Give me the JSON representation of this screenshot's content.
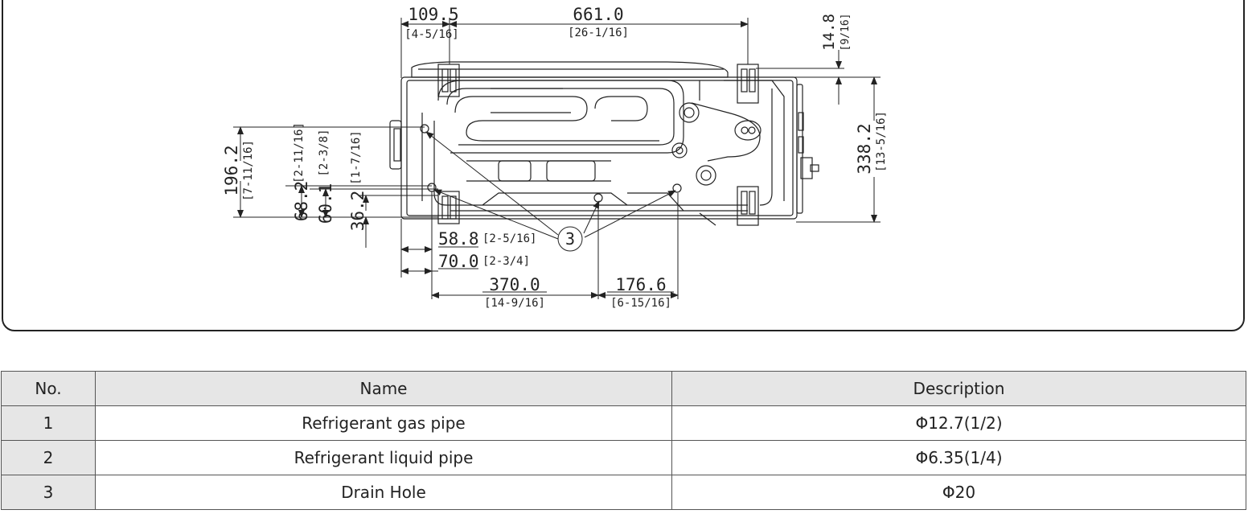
{
  "drawing": {
    "dimensions": {
      "d109": {
        "mm": "109.5",
        "inch": "[4-5/16]"
      },
      "d661": {
        "mm": "661.0",
        "inch": "[26-1/16]"
      },
      "d14": {
        "mm": "14.8",
        "inch": "[9/16]"
      },
      "d338": {
        "mm": "338.2",
        "inch": "[13-5/16]"
      },
      "d196": {
        "mm": "196.2",
        "inch": "[7-11/16]"
      },
      "d68": {
        "mm": "68.2",
        "inch": "[2-11/16]"
      },
      "d60": {
        "mm": "60.1",
        "inch": "[2-3/8]"
      },
      "d36": {
        "mm": "36.2",
        "inch": "[1-7/16]"
      },
      "d58": {
        "mm": "58.8",
        "inch": "[2-5/16]"
      },
      "d70": {
        "mm": "70.0",
        "inch": "[2-3/4]"
      },
      "d370": {
        "mm": "370.0",
        "inch": "[14-9/16]"
      },
      "d176": {
        "mm": "176.6",
        "inch": "[6-15/16]"
      }
    },
    "callout": "3"
  },
  "table": {
    "headers": {
      "no": "No.",
      "name": "Name",
      "description": "Description"
    },
    "rows": [
      {
        "no": "1",
        "name": "Refrigerant gas pipe",
        "description": "Φ12.7(1/2)"
      },
      {
        "no": "2",
        "name": "Refrigerant liquid pipe",
        "description": "Φ6.35(1/4)"
      },
      {
        "no": "3",
        "name": "Drain Hole",
        "description": "Φ20"
      }
    ]
  }
}
